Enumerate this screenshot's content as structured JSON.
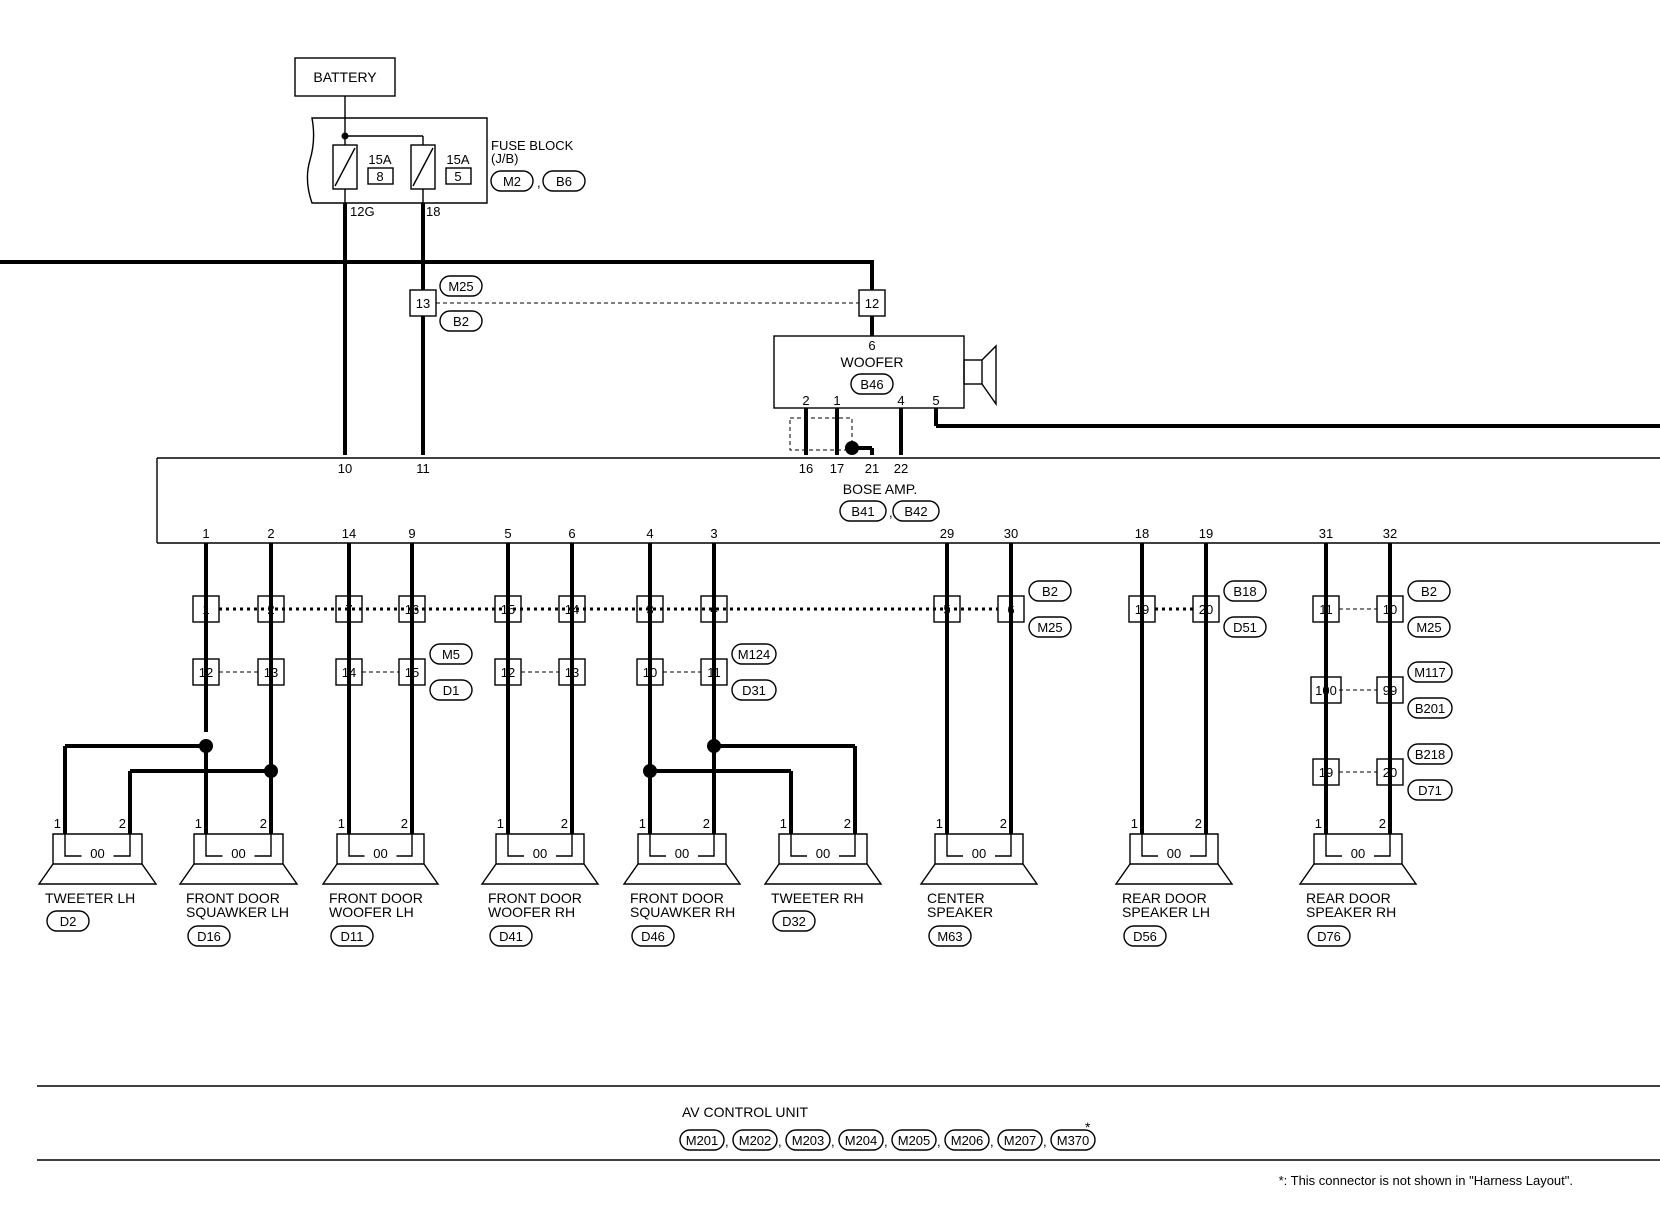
{
  "battery": "BATTERY",
  "fuse_block": {
    "title": "FUSE BLOCK",
    "sub": "(J/B)",
    "connectors": [
      "M2",
      "B6"
    ],
    "fuses": [
      {
        "rating": "15A",
        "number": "8",
        "terminal": "12G"
      },
      {
        "rating": "15A",
        "number": "5",
        "terminal": "18"
      }
    ]
  },
  "junction_top": {
    "left_pin": "13",
    "right_pin": "12",
    "connectors": [
      "M25",
      "B2"
    ]
  },
  "woofer": {
    "title": "WOOFER",
    "connector": "B46",
    "top_pin": "6",
    "pins": [
      "2",
      "1",
      "4",
      "5"
    ]
  },
  "amp": {
    "title": "BOSE AMP.",
    "connectors": [
      "B41",
      "B42"
    ],
    "top_pins": [
      "10",
      "11",
      "16",
      "17",
      "21",
      "22"
    ],
    "bottom_pins": [
      "1",
      "2",
      "14",
      "9",
      "5",
      "6",
      "4",
      "3",
      "29",
      "30",
      "18",
      "19",
      "31",
      "32"
    ]
  },
  "junctions": [
    {
      "pins": [
        "1",
        "2"
      ]
    },
    {
      "pins": [
        "7",
        "16"
      ]
    },
    {
      "pins": [
        "15",
        "14"
      ]
    },
    {
      "pins": [
        "3",
        "4"
      ]
    },
    {
      "pins": [
        "5",
        "6"
      ],
      "connectors": [
        "B2",
        "M25"
      ]
    },
    {
      "pins": [
        "19",
        "20"
      ],
      "connectors": [
        "B18",
        "D51"
      ]
    },
    {
      "pins": [
        "11",
        "10"
      ],
      "connectors": [
        "B2",
        "M25"
      ]
    }
  ],
  "junctions2": [
    {
      "pins": [
        "12",
        "13"
      ]
    },
    {
      "pins": [
        "14",
        "15"
      ],
      "connectors": [
        "M5",
        "D1"
      ]
    },
    {
      "pins": [
        "12",
        "13"
      ]
    },
    {
      "pins": [
        "10",
        "11"
      ],
      "connectors": [
        "M124",
        "D31"
      ]
    },
    {
      "pins": [
        "100",
        "99"
      ],
      "connectors": [
        "M117",
        "B201"
      ]
    },
    {
      "pins": [
        "19",
        "20"
      ],
      "connectors": [
        "B218",
        "D71"
      ]
    }
  ],
  "speakers": [
    {
      "name1": "TWEETER LH",
      "name2": "",
      "connector": "D2",
      "pins": [
        "1",
        "2"
      ]
    },
    {
      "name1": "FRONT DOOR",
      "name2": "SQUAWKER LH",
      "connector": "D16",
      "pins": [
        "1",
        "2"
      ]
    },
    {
      "name1": "FRONT DOOR",
      "name2": "WOOFER LH",
      "connector": "D11",
      "pins": [
        "1",
        "2"
      ]
    },
    {
      "name1": "FRONT DOOR",
      "name2": "WOOFER RH",
      "connector": "D41",
      "pins": [
        "1",
        "2"
      ]
    },
    {
      "name1": "FRONT DOOR",
      "name2": "SQUAWKER RH",
      "connector": "D46",
      "pins": [
        "1",
        "2"
      ]
    },
    {
      "name1": "TWEETER RH",
      "name2": "",
      "connector": "D32",
      "pins": [
        "1",
        "2"
      ]
    },
    {
      "name1": "CENTER",
      "name2": "SPEAKER",
      "connector": "M63",
      "pins": [
        "1",
        "2"
      ]
    },
    {
      "name1": "REAR DOOR",
      "name2": "SPEAKER LH",
      "connector": "D56",
      "pins": [
        "1",
        "2"
      ]
    },
    {
      "name1": "REAR DOOR",
      "name2": "SPEAKER RH",
      "connector": "D76",
      "pins": [
        "1",
        "2"
      ]
    }
  ],
  "coil_glyph": "00",
  "av_unit": {
    "title": "AV CONTROL UNIT",
    "connectors": [
      "M201",
      "M202",
      "M203",
      "M204",
      "M205",
      "M206",
      "M207",
      "M370"
    ],
    "star": "*"
  },
  "footnote": "*: This connector is not shown in \"Harness Layout\"."
}
